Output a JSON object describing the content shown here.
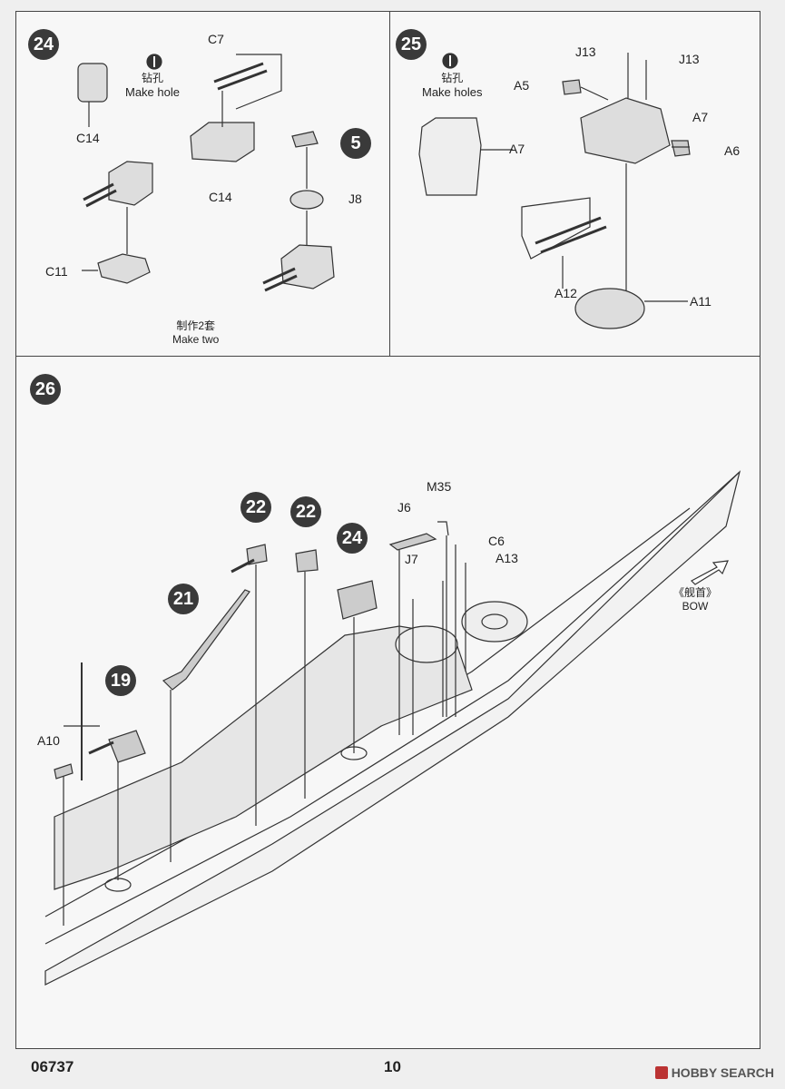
{
  "step24": {
    "number": "24",
    "drill_cn": "钻孔",
    "drill_en": "Make hole",
    "parts": {
      "c14_top": "C14",
      "c7": "C7",
      "c14_bottom": "C14",
      "j8": "J8",
      "c11": "C11"
    },
    "ref_step": "5",
    "make_two_cn": "制作2套",
    "make_two_en": "Make two"
  },
  "step25": {
    "number": "25",
    "drill_cn": "钻孔",
    "drill_en": "Make holes",
    "parts": {
      "j13_left": "J13",
      "j13_right": "J13",
      "a5": "A5",
      "a7_right": "A7",
      "a7_left": "A7",
      "a6": "A6",
      "a12": "A12",
      "a11": "A11"
    }
  },
  "step26": {
    "number": "26",
    "ref_steps": [
      "22",
      "22",
      "24",
      "21",
      "19"
    ],
    "parts": {
      "j6": "J6",
      "m35": "M35",
      "c6": "C6",
      "j7": "J7",
      "a13": "A13",
      "a10": "A10"
    },
    "bow_cn": "《舰首》",
    "bow_en": "BOW"
  },
  "footer": {
    "code": "06737",
    "page": "10",
    "watermark": "HOBBY SEARCH"
  }
}
